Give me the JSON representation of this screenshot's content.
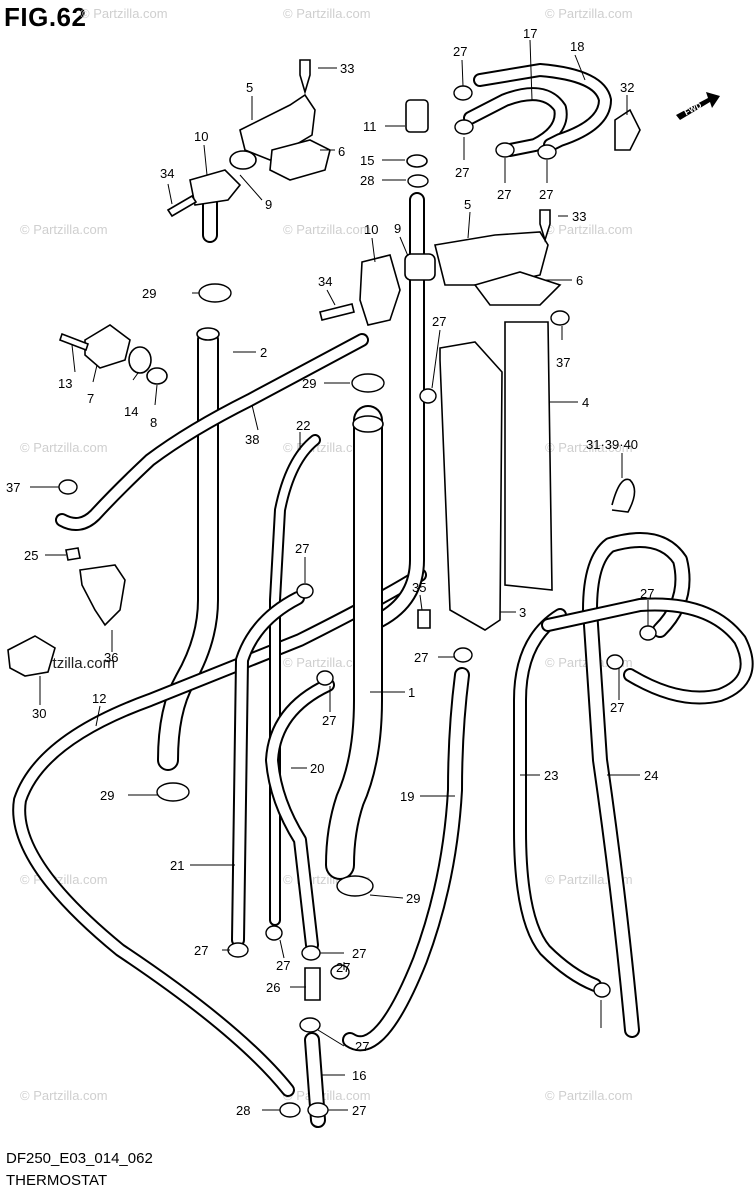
{
  "figure": {
    "title": "FIG.62",
    "code": "DF250_E03_014_062",
    "name": "THERMOSTAT",
    "direction_tag": "FWD",
    "watermark": "© Partzilla.com"
  },
  "callouts": [
    "33",
    "5",
    "10",
    "6",
    "34",
    "9",
    "27",
    "17",
    "18",
    "32",
    "11",
    "15",
    "28",
    "27",
    "27",
    "27",
    "10",
    "9",
    "5",
    "33",
    "34",
    "6",
    "29",
    "27",
    "2",
    "13",
    "7",
    "14",
    "8",
    "37",
    "29",
    "38",
    "22",
    "4",
    "31·39·40",
    "37",
    "25",
    "27",
    "35",
    "3",
    "27",
    "36",
    "30",
    "12",
    "1",
    "27",
    "27",
    "20",
    "24",
    "23",
    "19",
    "29",
    "21",
    "29",
    "27",
    "27",
    "27",
    "26",
    "27",
    "27",
    "27",
    "16",
    "28",
    "27"
  ]
}
